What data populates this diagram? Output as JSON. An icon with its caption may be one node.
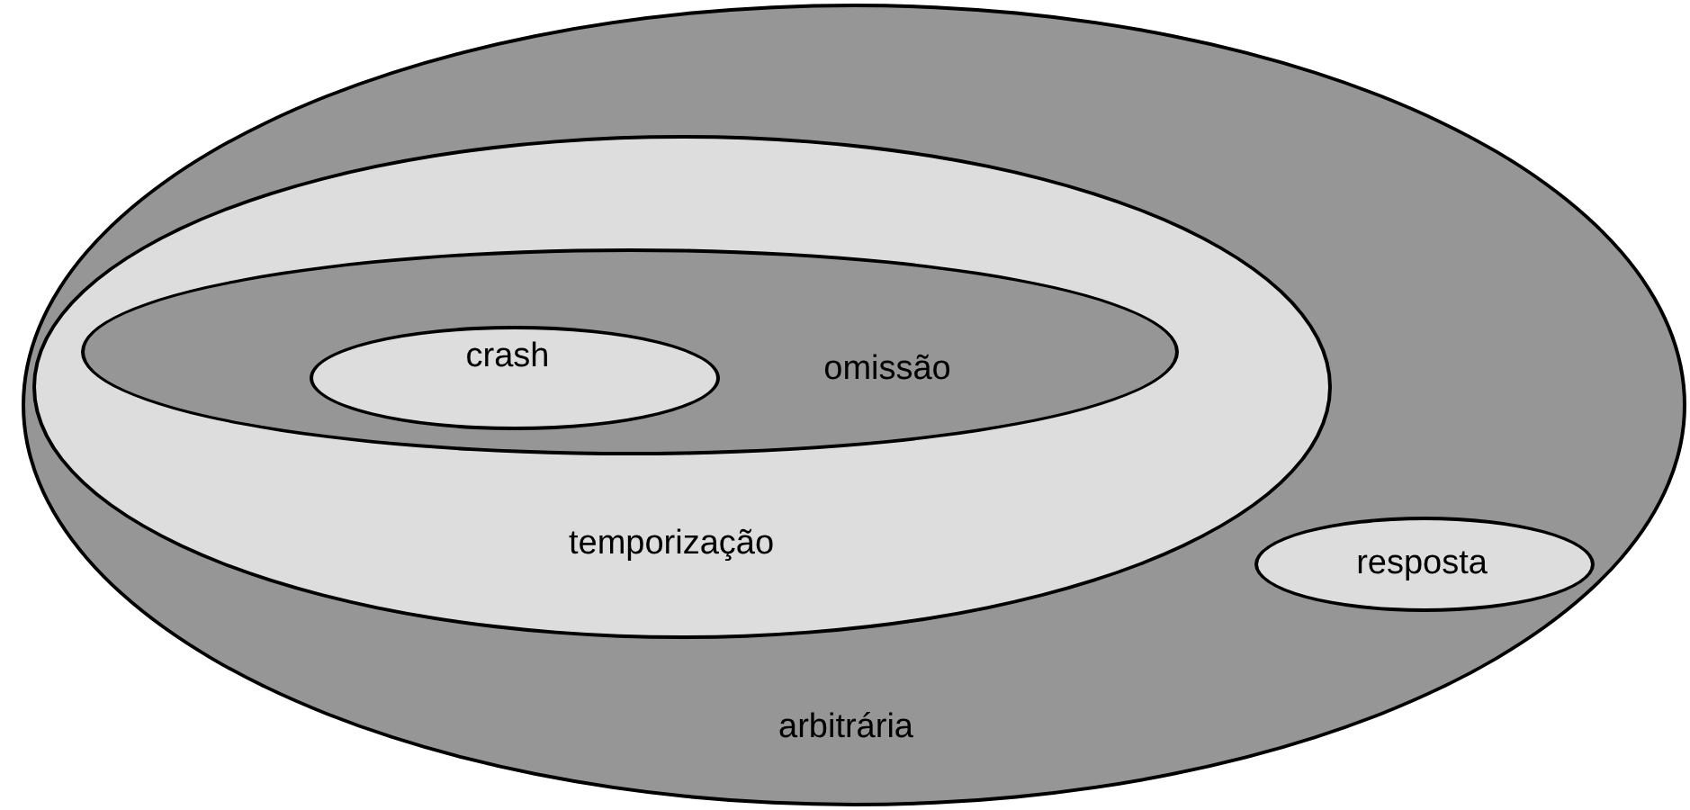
{
  "diagram": {
    "nodes": [
      {
        "text": [
          "arbitrária"
        ]
      },
      {
        "text": [
          "temporização"
        ],
        "in": 0
      },
      {
        "text": [
          "omissão"
        ],
        "in": 1
      },
      {
        "text": [
          "crash"
        ],
        "in": 2
      },
      {
        "text": [
          "resposta"
        ],
        "in": 0
      }
    ],
    "edges": []
  }
}
